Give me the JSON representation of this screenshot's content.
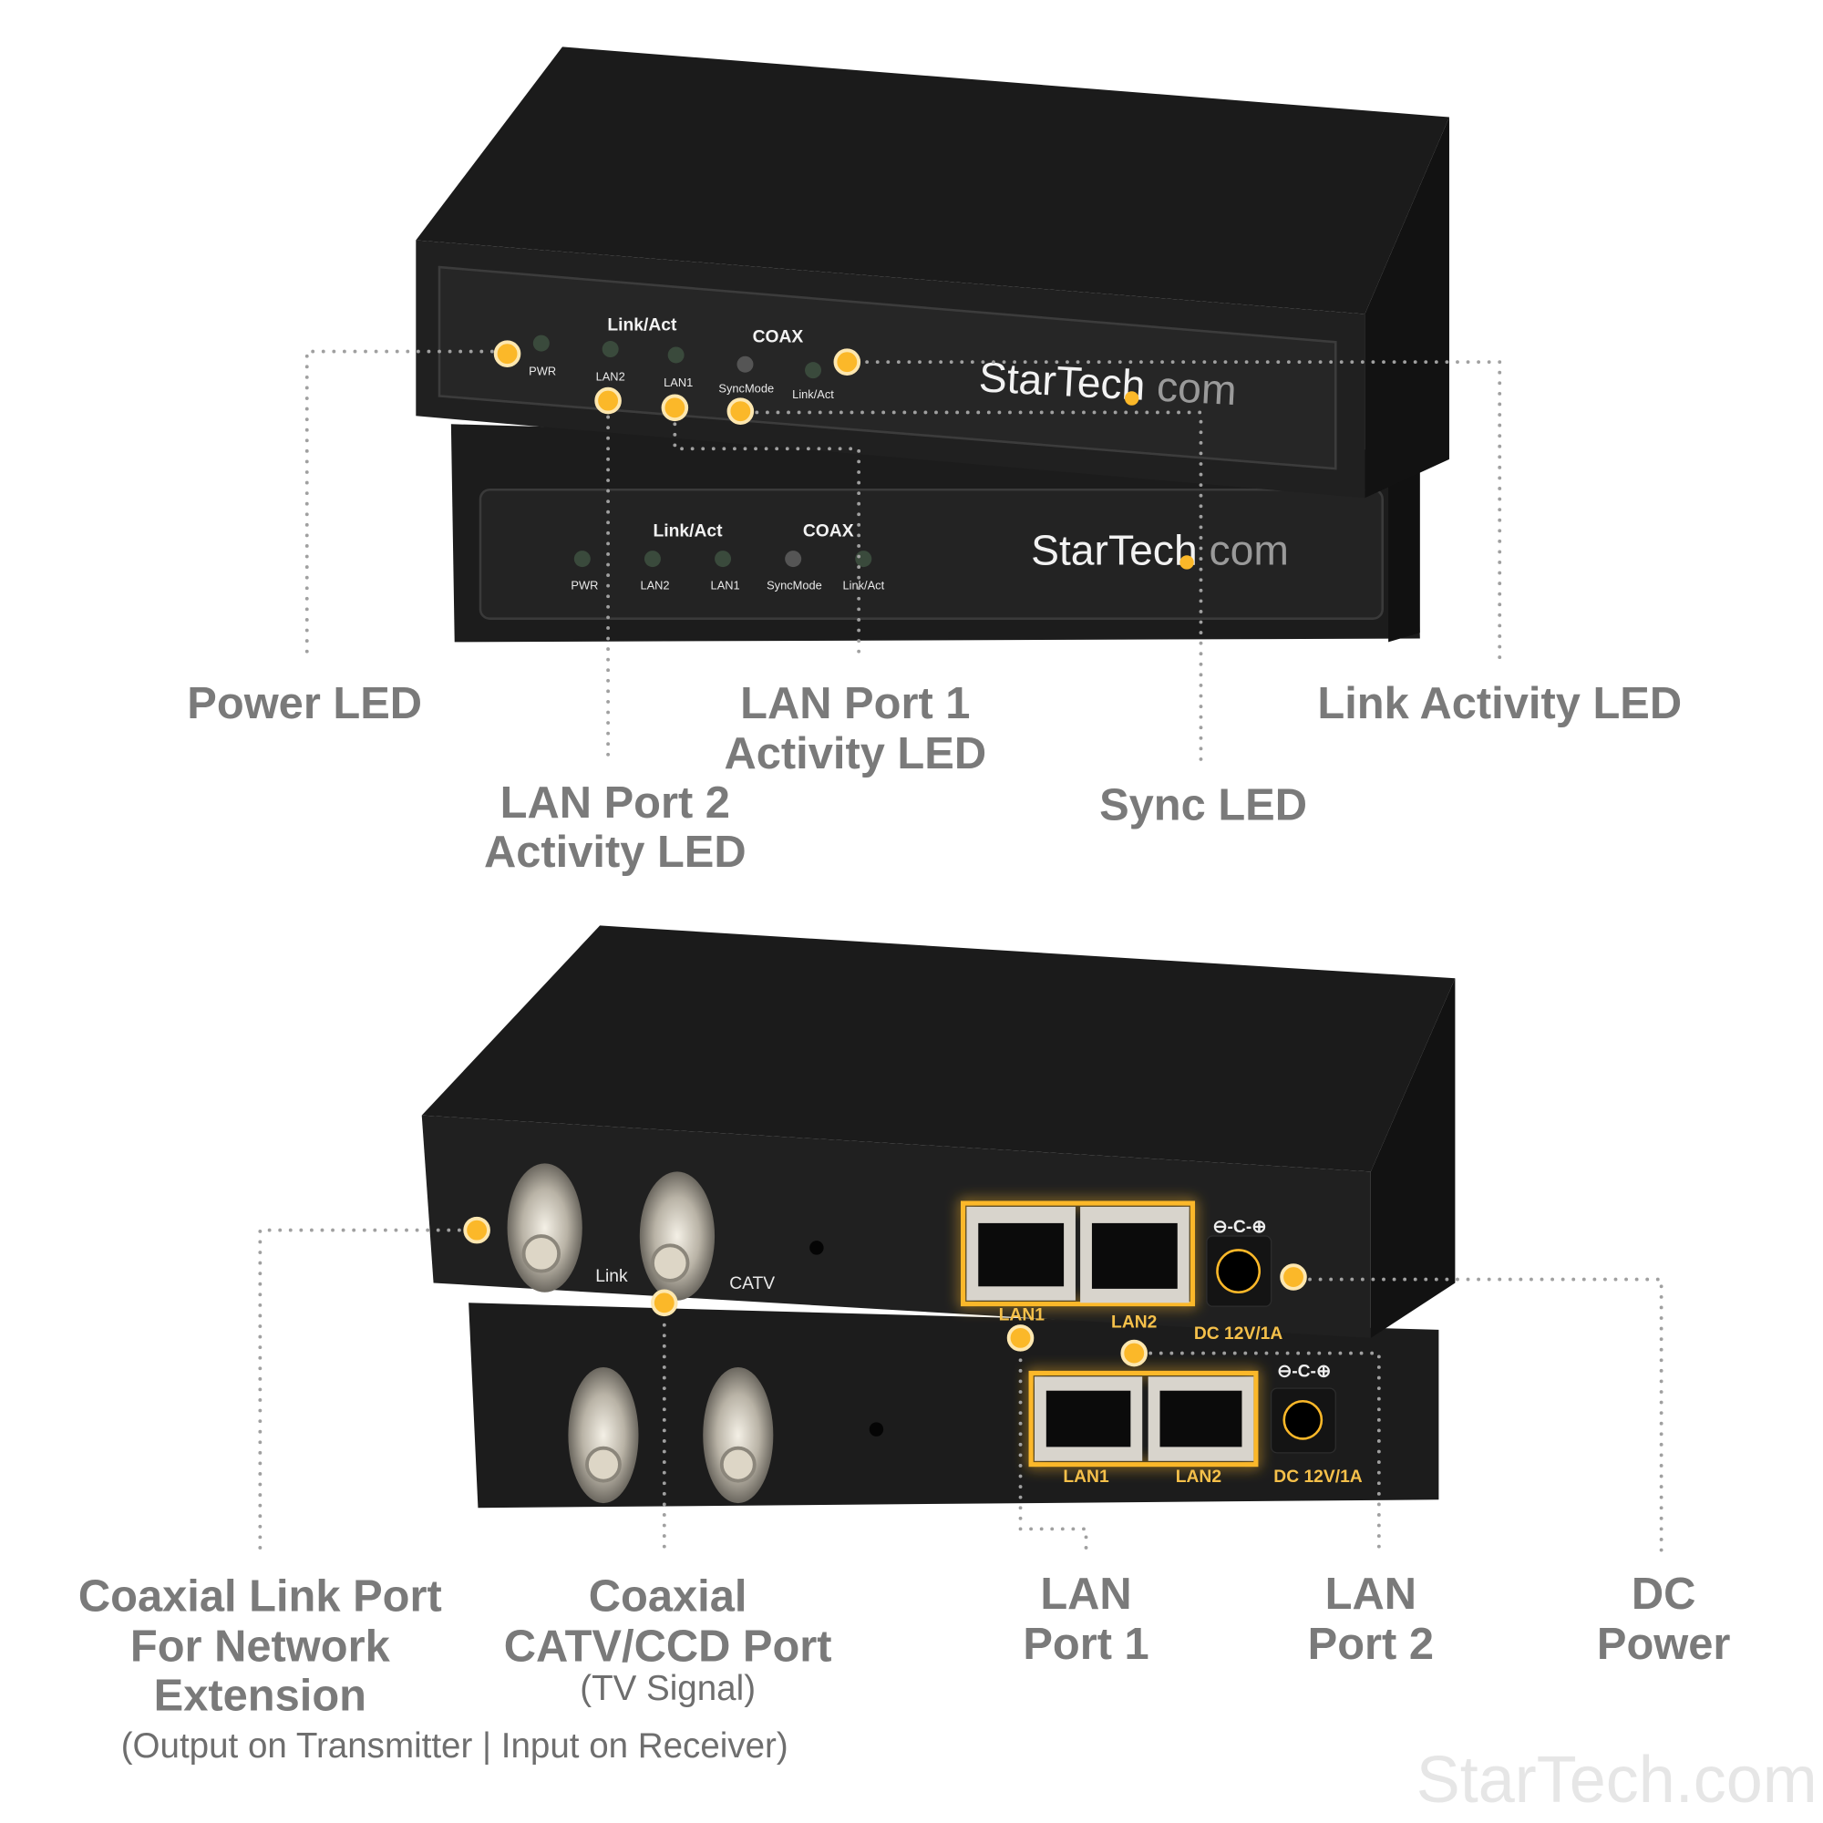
{
  "front_panel": {
    "header_link_act": "Link/Act",
    "header_coax": "COAX",
    "led_labels": [
      "PWR",
      "LAN2",
      "LAN1",
      "SyncMode",
      "Link/Act"
    ],
    "logo_main": "StarTech",
    "logo_suffix": "com"
  },
  "rear_panel": {
    "coax_link_label": "Link",
    "coax_catv_label": "CATV",
    "lan1_label": "LAN1",
    "lan2_label": "LAN2",
    "dc_label": "DC 12V/1A",
    "polarity_symbol": "⊖-C-⊕"
  },
  "callouts_front": {
    "power_led": "Power LED",
    "lan1_led": [
      "LAN Port 1",
      "Activity LED"
    ],
    "link_activity_led": "Link Activity LED",
    "lan2_led": [
      "LAN Port 2",
      "Activity LED"
    ],
    "sync_led": "Sync LED"
  },
  "callouts_rear": {
    "coax_link": [
      "Coaxial Link Port",
      "For Network",
      "Extension"
    ],
    "coax_link_note": "(Output on Transmitter | Input  on Receiver)",
    "coax_catv": [
      "Coaxial",
      "CATV/CCD Port"
    ],
    "coax_catv_note": "(TV Signal)",
    "lan1": [
      "LAN",
      "Port 1"
    ],
    "lan2": [
      "LAN",
      "Port 2"
    ],
    "dc": [
      "DC",
      "Power"
    ]
  },
  "watermark": "StarTech.com",
  "colors": {
    "accent": "#fbb829",
    "device": "#1e1e1e",
    "label": "#7a7a7a"
  }
}
